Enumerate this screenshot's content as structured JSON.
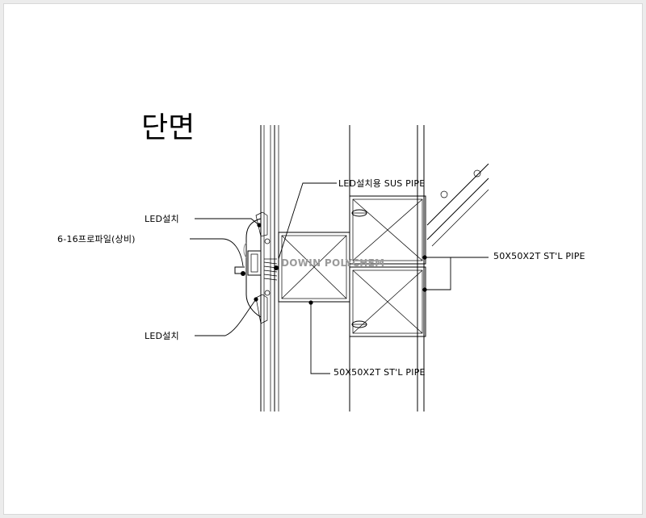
{
  "title": "단면",
  "labels": {
    "led_install_upper": "LED설치",
    "profile": "6-16프로파일(상비)",
    "led_install_lower": "LED설치",
    "sus_pipe": "LED설치용 SUS PIPE",
    "stl_pipe_right": "50X50X2T ST'L PIPE",
    "stl_pipe_bottom": "50X50X2T ST'L PIPE"
  },
  "watermark": "DOWIN POLYCHEM",
  "colors": {
    "background": "#ececec",
    "sheet": "#ffffff",
    "line": "#000000",
    "watermark": "#9a9a9a"
  }
}
